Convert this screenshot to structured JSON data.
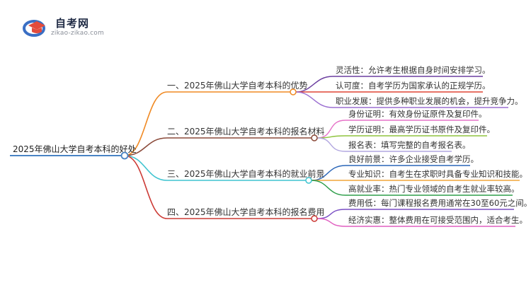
{
  "brand": {
    "name": "自考网",
    "url_text": "zikao-zikao.com",
    "icon": "graduation-cap-logo-icon"
  },
  "root": {
    "label": "2025年佛山大学自考本科的好处",
    "color": "#4a84c4"
  },
  "branches": [
    {
      "label": "一、2025年佛山大学自考本科的优势",
      "color": "#f08a24",
      "children": [
        {
          "label": "灵活性：允许考生根据自身时间安排学习。",
          "color": "#6c3fa0"
        },
        {
          "label": "认可度：自考学历为国家承认的正规学历。",
          "color": "#e04535"
        },
        {
          "label": "职业发展：提供多种职业发展的机会，提升竞争力。",
          "color": "#9b6fd1"
        }
      ]
    },
    {
      "label": "二、2025年佛山大学自考本科的报名材料",
      "color": "#8b4a3a",
      "children": [
        {
          "label": "身份证明：有效身份证原件及复印件。",
          "color": "#e673c8"
        },
        {
          "label": "学历证明：最高学历证书原件及复印件。",
          "color": "#8fc43e"
        },
        {
          "label": "报名表：填写完整的自考报名表。",
          "color": "#b2a7e0"
        }
      ]
    },
    {
      "label": "三、2025年佛山大学自考本科的就业前景",
      "color": "#3fc4d0",
      "children": [
        {
          "label": "良好前景：许多企业接受自考学历。",
          "color": "#2a66b8"
        },
        {
          "label": "专业知识：自考生在求职时具备专业知识和技能。",
          "color": "#f0a63a"
        },
        {
          "label": "高就业率：热门专业领域的自考生就业率较高。",
          "color": "#2e9e4a"
        }
      ]
    },
    {
      "label": "四、2025年佛山大学自考本科的报名费用",
      "color": "#cc3a35",
      "children": [
        {
          "label": "费用低：每门课程报名费用通常在30至60元之间。",
          "color": "#7a4fc4"
        },
        {
          "label": "经济实惠：整体费用在可接受范围内，适合考生。",
          "color": "#e05ec0"
        }
      ]
    }
  ]
}
